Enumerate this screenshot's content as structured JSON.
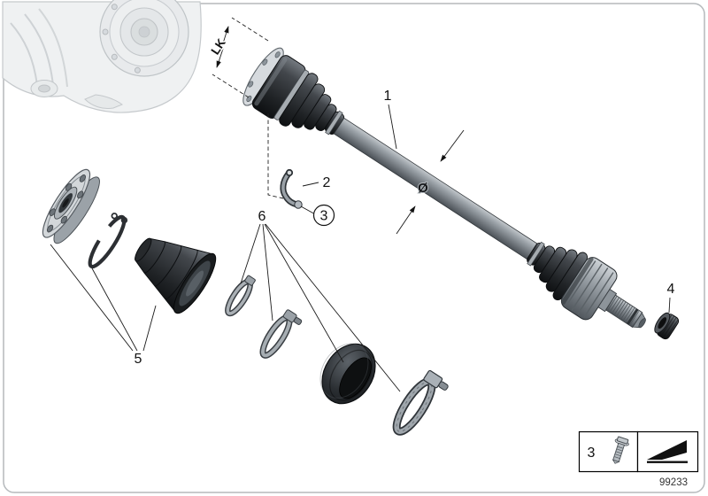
{
  "callouts": {
    "c1": "1",
    "c2": "2",
    "c3": "3",
    "c4": "4",
    "c5": "5",
    "c6": "6"
  },
  "dimension": {
    "bolt_circle_label": "LK",
    "diameter_symbol": "Ø"
  },
  "legend": {
    "item_number": "3"
  },
  "footer": {
    "diagram_number": "99233"
  },
  "colors": {
    "background": "#ffffff",
    "line": "#1a1a1a",
    "metal_light": "#d6dade",
    "metal_mid": "#8f969c",
    "part_dark": "#202326",
    "housing_faded": "#c5c9cc"
  }
}
